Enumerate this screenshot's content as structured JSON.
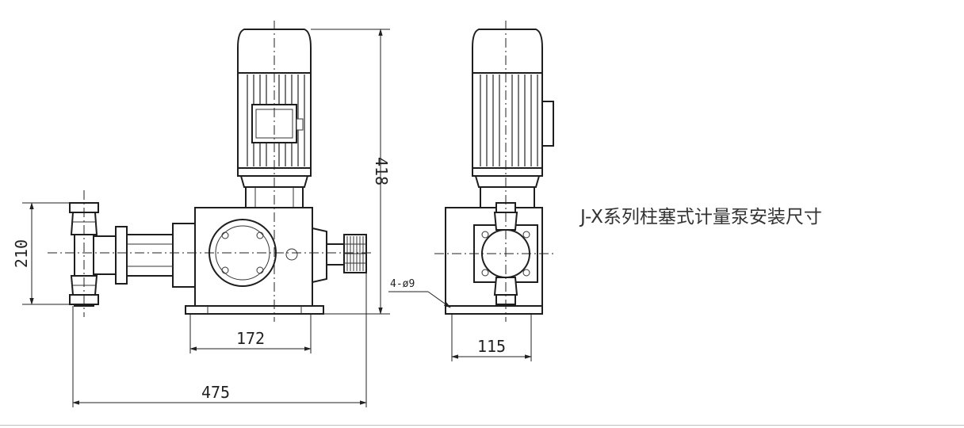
{
  "caption": "J-X系列柱塞式计量泵安装尺寸",
  "dimensions": {
    "height_total": "418",
    "inlet_outlet_spacing": "210",
    "base_length": "172",
    "overall_length": "475",
    "side_base_width": "115",
    "mounting_holes": "4-ø9"
  }
}
